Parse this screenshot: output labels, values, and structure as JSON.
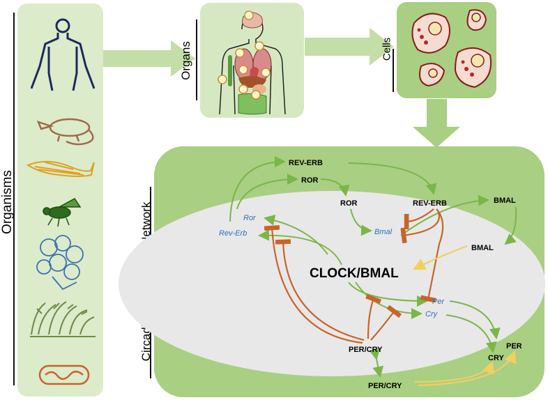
{
  "labels": {
    "organisms": "Organisms",
    "organs": "Organs",
    "cells": "Cells",
    "network": "Circadian Core-Clock Network"
  },
  "network": {
    "rev_erb_top": "REV-ERB",
    "ror_top": "ROR",
    "ror_mid": "ROR",
    "rev_erb_mid": "REV-ERB",
    "bmal_right": "BMAL",
    "ror_gene": "Ror",
    "rev_erb_gene": "Rev-Erb",
    "bmal_gene": "Bmal",
    "bmal_inner": "BMAL",
    "clock_bmal": "CLOCK/BMAL",
    "per_gene": "Per",
    "cry_gene": "Cry",
    "per_cry_inner": "PER/CRY",
    "per_right": "PER",
    "cry_right": "CRY",
    "per_cry_bottom": "PER/CRY"
  },
  "colors": {
    "panel_green": "#d6e8c2",
    "network_green": "#a9cf83",
    "ellipse_gray": "#e8e8e8",
    "activation_green": "#7ab648",
    "repression_orange": "#c8642a",
    "transport_yellow": "#f0d060",
    "gene_blue": "#2e6fbd",
    "anatomy_navy": "#1a2a5e",
    "cell_red": "#8b1a1a"
  },
  "icons": [
    "human-silhouette-icon",
    "rat-icon",
    "zebrafish-icon",
    "fly-icon",
    "flower-icon",
    "fungus-icon",
    "bacterium-icon",
    "organs-body-icon",
    "cells-icon",
    "clock-icon"
  ]
}
